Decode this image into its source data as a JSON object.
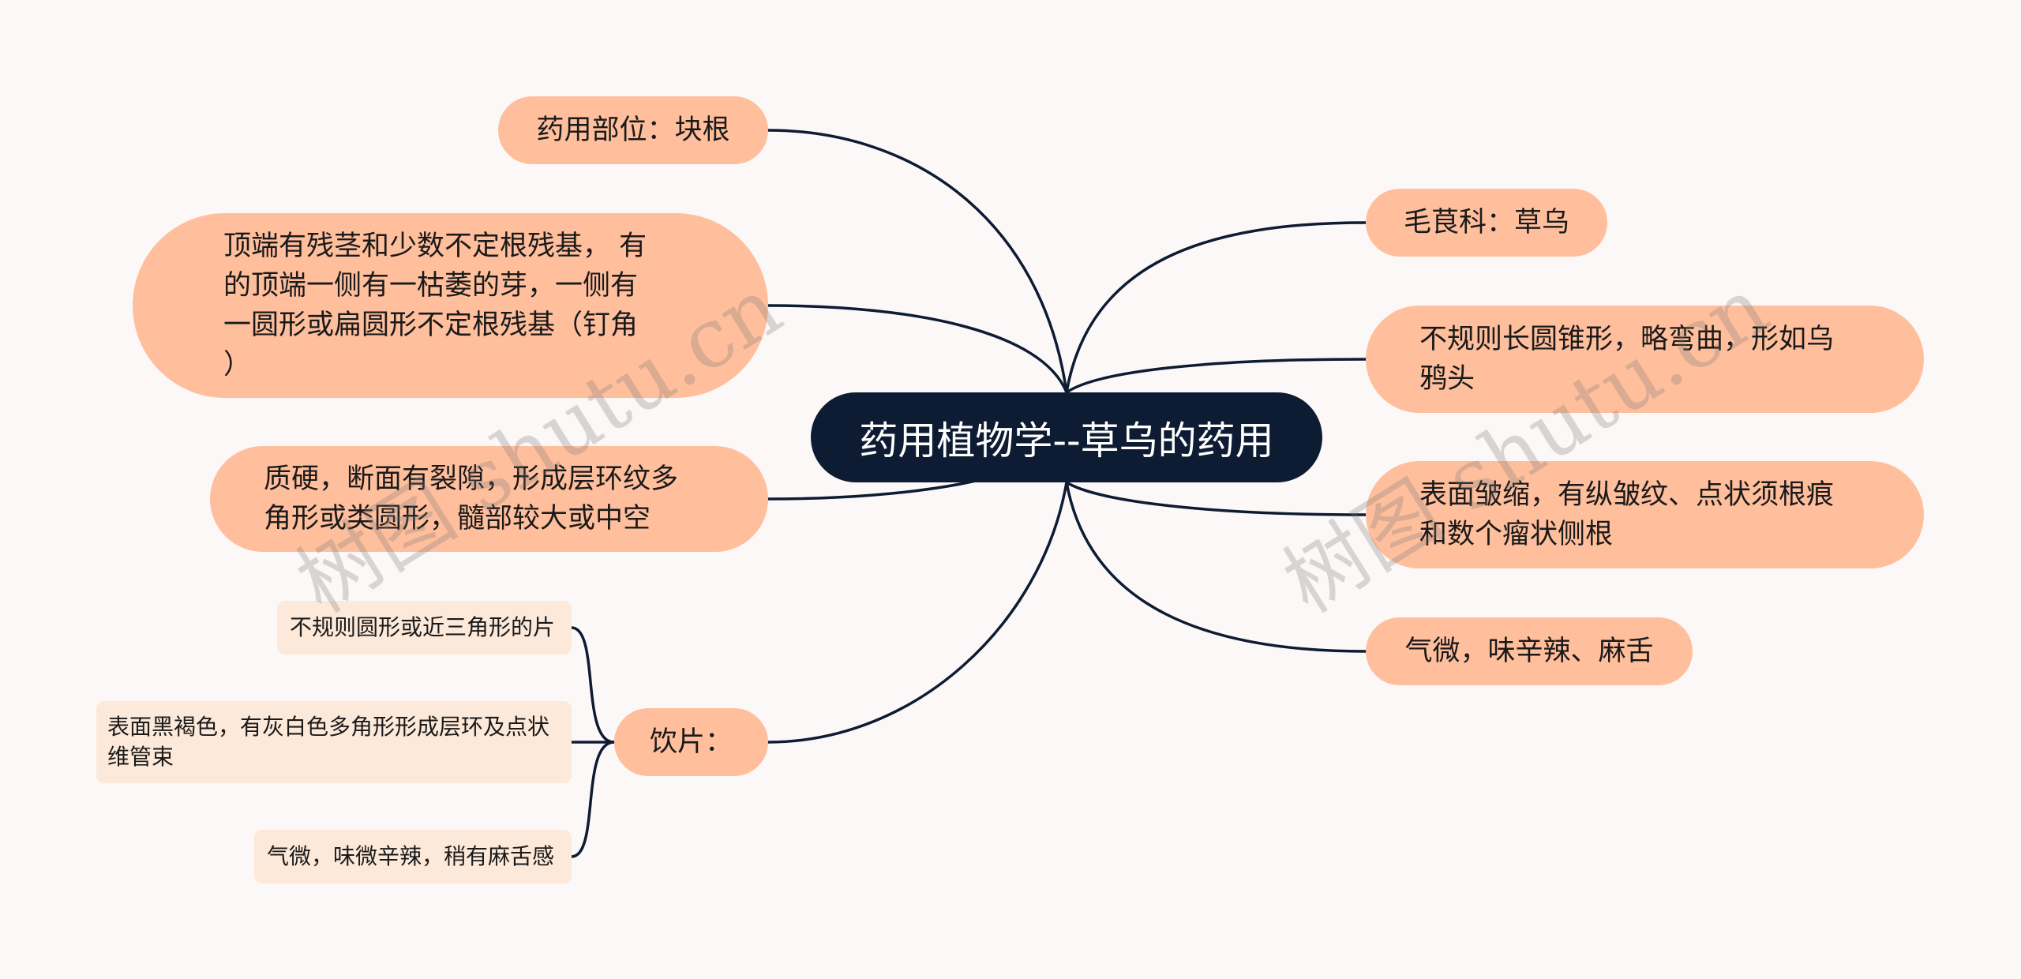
{
  "root": {
    "title": "药用植物学--草乌的药用"
  },
  "left": {
    "part": "药用部位：块根",
    "top_desc": "顶端有残茎和少数不定根残基， 有\n的顶端一侧有一枯萎的芽，一侧有\n一圆形或扁圆形不定根残基（钉角\n）",
    "texture": "质硬，断面有裂隙，形成层环纹多\n角形或类圆形，髓部较大或中空",
    "slices": {
      "label": "饮片：",
      "children": [
        "不规则圆形或近三角形的片",
        "表面黑褐色，有灰白色多角形形成层环及点状\n维管束",
        "气微，味微辛辣，稍有麻舌感"
      ]
    }
  },
  "right": {
    "family": "毛茛科：草乌",
    "shape": "不规则长圆锥形，略弯曲，形如乌\n鸦头",
    "surface": "表面皱缩，有纵皱纹、点状须根痕\n和数个瘤状侧根",
    "smell": "气微，味辛辣、麻舌"
  },
  "watermark": [
    "树图 shutu.cn",
    "树图 shutu.cn"
  ],
  "colors": {
    "background": "#fcf8f7",
    "root_fill": "#0d1b33",
    "branch_fill": "#ffbf9d",
    "leaf_fill": "#fde9d9",
    "line": "#0d1b33"
  }
}
